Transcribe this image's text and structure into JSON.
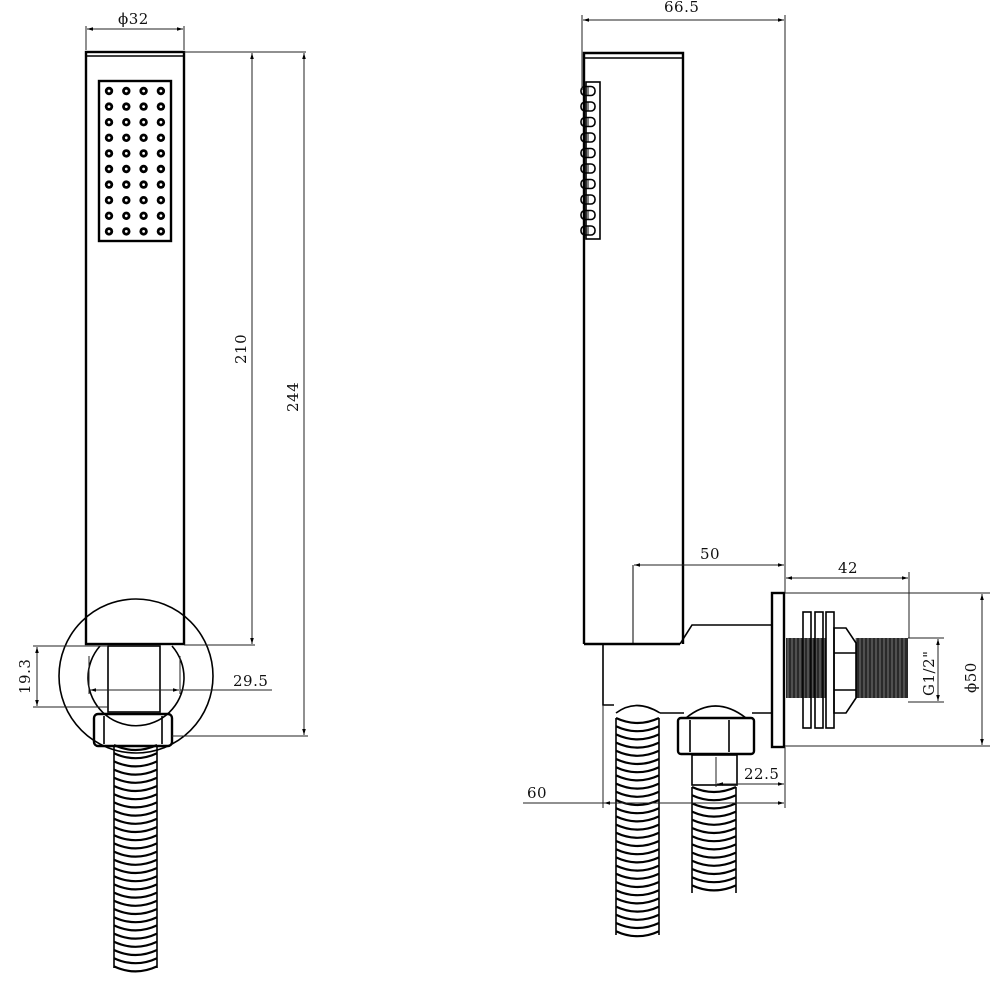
{
  "drawing": {
    "title": "Hand shower with wall outlet elbow - dimensional drawing",
    "views": [
      "front-view",
      "side-view"
    ],
    "line_color": "#000000",
    "background": "#ffffff"
  },
  "front_view": {
    "dimensions": {
      "handle_diameter": "ϕ32",
      "spray_length": "210",
      "overall_height": "244",
      "holder_height": "19.3",
      "holder_width": "29.5"
    },
    "spray_nozzles": {
      "rows": 10,
      "cols": 4
    }
  },
  "side_view": {
    "dimensions": {
      "overall_depth": "66.5",
      "handle_to_wall": "50",
      "thread_length": "42",
      "flange_diameter": "ϕ50",
      "thread_size": "G1/2\"",
      "hose_offset": "60",
      "outlet_offset": "22.5"
    },
    "spray_nozzles": {
      "count": 10
    }
  }
}
